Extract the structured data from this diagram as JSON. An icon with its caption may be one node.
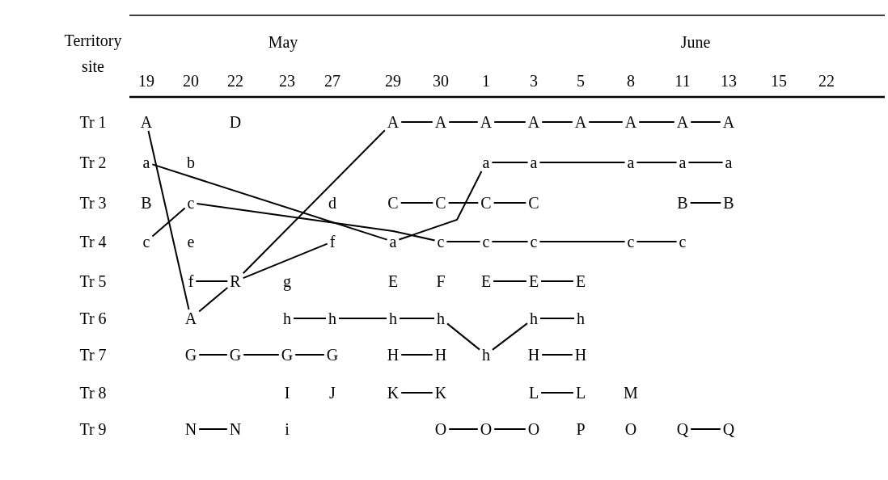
{
  "diagram": {
    "nodes": [
      {
        "text": [
          "A"
        ]
      },
      {
        "text": [
          "A"
        ]
      },
      {
        "text": [
          "A"
        ]
      },
      {
        "text": [
          "A"
        ]
      },
      {
        "text": [
          "A"
        ]
      },
      {
        "text": [
          "A"
        ]
      },
      {
        "text": [
          "A"
        ]
      },
      {
        "text": [
          "A"
        ]
      },
      {
        "text": [
          "A"
        ]
      },
      {
        "text": [
          "a"
        ]
      },
      {
        "text": [
          "a"
        ]
      },
      {
        "text": [
          "a"
        ]
      },
      {
        "text": [
          "a"
        ]
      },
      {
        "text": [
          "a"
        ]
      },
      {
        "text": [
          "a"
        ]
      },
      {
        "text": [
          "c"
        ]
      },
      {
        "text": [
          "C"
        ]
      },
      {
        "text": [
          "C"
        ]
      },
      {
        "text": [
          "C"
        ]
      },
      {
        "text": [
          "C"
        ]
      },
      {
        "text": [
          "B"
        ]
      },
      {
        "text": [
          "B"
        ]
      },
      {
        "text": [
          "c"
        ]
      },
      {
        "text": [
          "f"
        ]
      },
      {
        "text": [
          "a"
        ]
      },
      {
        "text": [
          "c"
        ]
      },
      {
        "text": [
          "c"
        ]
      },
      {
        "text": [
          "c"
        ]
      },
      {
        "text": [
          "c"
        ]
      },
      {
        "text": [
          "c"
        ]
      },
      {
        "text": [
          "f"
        ]
      },
      {
        "text": [
          "R"
        ]
      },
      {
        "text": [
          "E"
        ]
      },
      {
        "text": [
          "E"
        ]
      },
      {
        "text": [
          "E"
        ]
      },
      {
        "text": [
          "A"
        ]
      },
      {
        "text": [
          "h"
        ]
      },
      {
        "text": [
          "h"
        ]
      },
      {
        "text": [
          "h"
        ]
      },
      {
        "text": [
          "h"
        ]
      },
      {
        "text": [
          "h"
        ]
      },
      {
        "text": [
          "h"
        ]
      },
      {
        "text": [
          "G"
        ]
      },
      {
        "text": [
          "G"
        ]
      },
      {
        "text": [
          "G"
        ]
      },
      {
        "text": [
          "G"
        ]
      },
      {
        "text": [
          "H"
        ]
      },
      {
        "text": [
          "H"
        ]
      },
      {
        "text": [
          "h"
        ]
      },
      {
        "text": [
          "H"
        ]
      },
      {
        "text": [
          "H"
        ]
      },
      {
        "text": [
          "K"
        ]
      },
      {
        "text": [
          "K"
        ]
      },
      {
        "text": [
          "L"
        ]
      },
      {
        "text": [
          "L"
        ]
      },
      {
        "text": [
          "N"
        ]
      },
      {
        "text": [
          "N"
        ]
      },
      {
        "text": [
          "O"
        ]
      },
      {
        "text": [
          "O"
        ]
      },
      {
        "text": [
          "O"
        ]
      },
      {
        "text": [
          "Q"
        ]
      },
      {
        "text": [
          "Q"
        ]
      }
    ],
    "edges": [
      {
        "from": 0,
        "to": 35,
        "arrow": "none"
      },
      {
        "from": 1,
        "to": 2,
        "arrow": "none"
      },
      {
        "from": 2,
        "to": 3,
        "arrow": "none"
      },
      {
        "from": 3,
        "to": 4,
        "arrow": "none"
      },
      {
        "from": 4,
        "to": 5,
        "arrow": "none"
      },
      {
        "from": 5,
        "to": 6,
        "arrow": "none"
      },
      {
        "from": 6,
        "to": 7,
        "arrow": "none"
      },
      {
        "from": 7,
        "to": 8,
        "arrow": "none"
      },
      {
        "from": 9,
        "to": 24,
        "arrow": "none"
      },
      {
        "from": 24,
        "to": 10,
        "arrow": "none"
      },
      {
        "from": 10,
        "to": 11,
        "arrow": "none"
      },
      {
        "from": 11,
        "to": 12,
        "arrow": "none"
      },
      {
        "from": 12,
        "to": 13,
        "arrow": "none"
      },
      {
        "from": 13,
        "to": 14,
        "arrow": "none"
      },
      {
        "from": 15,
        "to": 22,
        "arrow": "none"
      },
      {
        "from": 15,
        "to": 25,
        "arrow": "none"
      },
      {
        "from": 16,
        "to": 17,
        "arrow": "none"
      },
      {
        "from": 17,
        "to": 18,
        "arrow": "none"
      },
      {
        "from": 18,
        "to": 19,
        "arrow": "none"
      },
      {
        "from": 20,
        "to": 21,
        "arrow": "none"
      },
      {
        "from": 25,
        "to": 26,
        "arrow": "none"
      },
      {
        "from": 26,
        "to": 27,
        "arrow": "none"
      },
      {
        "from": 27,
        "to": 28,
        "arrow": "none"
      },
      {
        "from": 28,
        "to": 29,
        "arrow": "none"
      },
      {
        "from": 31,
        "to": 1,
        "arrow": "none"
      },
      {
        "from": 31,
        "to": 23,
        "arrow": "none"
      },
      {
        "from": 30,
        "to": 31,
        "arrow": "none"
      },
      {
        "from": 35,
        "to": 31,
        "arrow": "none"
      },
      {
        "from": 32,
        "to": 33,
        "arrow": "none"
      },
      {
        "from": 33,
        "to": 34,
        "arrow": "none"
      },
      {
        "from": 36,
        "to": 37,
        "arrow": "none"
      },
      {
        "from": 37,
        "to": 38,
        "arrow": "none"
      },
      {
        "from": 38,
        "to": 39,
        "arrow": "none"
      },
      {
        "from": 39,
        "to": 48,
        "arrow": "none"
      },
      {
        "from": 48,
        "to": 40,
        "arrow": "none"
      },
      {
        "from": 40,
        "to": 41,
        "arrow": "none"
      },
      {
        "from": 42,
        "to": 43,
        "arrow": "none"
      },
      {
        "from": 43,
        "to": 44,
        "arrow": "none"
      },
      {
        "from": 44,
        "to": 45,
        "arrow": "none"
      },
      {
        "from": 46,
        "to": 47,
        "arrow": "none"
      },
      {
        "from": 49,
        "to": 50,
        "arrow": "none"
      },
      {
        "from": 51,
        "to": 52,
        "arrow": "none"
      },
      {
        "from": 53,
        "to": 54,
        "arrow": "none"
      },
      {
        "from": 55,
        "to": 56,
        "arrow": "none"
      },
      {
        "from": 57,
        "to": 58,
        "arrow": "none"
      },
      {
        "from": 58,
        "to": 59,
        "arrow": "none"
      },
      {
        "from": 60,
        "to": 61,
        "arrow": "none"
      }
    ],
    "labels": [
      "Territory site",
      "May",
      "June",
      "19",
      "20",
      "22",
      "23",
      "27",
      "29",
      "30",
      "1",
      "3",
      "5",
      "8",
      "11",
      "13",
      "15",
      "22",
      "Tr 1",
      "D",
      "Tr 2",
      "b",
      "Tr 3",
      "B",
      "d",
      "Tr 4",
      "e",
      "Tr 5",
      "g",
      "E",
      "F",
      "Tr 6",
      "Tr 7",
      "Tr 8",
      "I",
      "J",
      "M",
      "Tr 9",
      "i",
      "P",
      "O"
    ]
  }
}
